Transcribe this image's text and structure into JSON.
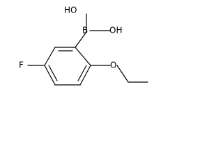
{
  "molecule": {
    "atoms": {
      "hydroxyl_left": "HO",
      "hydroxyl_right": "OH",
      "boron": "B",
      "fluorine": "F",
      "ether_oxygen": "O"
    }
  }
}
